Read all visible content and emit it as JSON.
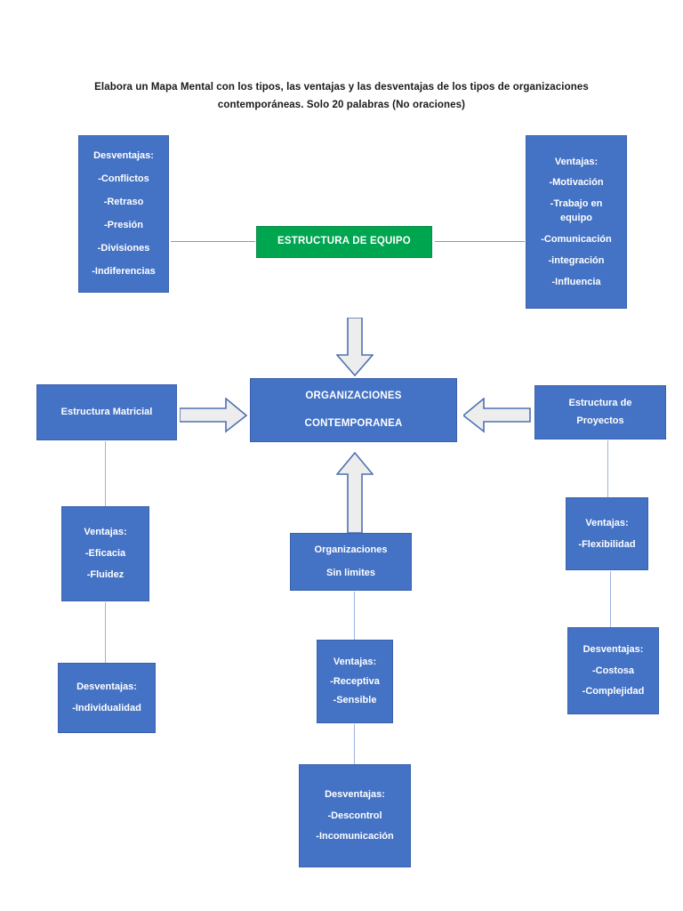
{
  "title": {
    "line1": "Elabora un Mapa Mental con los tipos, las ventajas y las desventajas de los tipos de",
    "line2": "organizaciones contemporáneas. Solo 20 palabras (No oraciones)"
  },
  "colors": {
    "node_blue": "#4472C4",
    "node_green": "#00A550",
    "node_text": "#FFFFFF",
    "arrow_fill": "#EDEDED",
    "arrow_stroke": "#4E71B0",
    "connector": "#9DB4DA",
    "title_text": "#1A1A1A",
    "page_background": "#FFFFFF"
  },
  "nodes": {
    "team": {
      "label": "ESTRUCTURA DE EQUIPO",
      "color": "#00A550"
    },
    "team_disadvantages": {
      "heading": "Desventajas:",
      "items": [
        "-Conflictos",
        "-Retraso",
        "-Presión",
        "-Divisiones",
        "-Indiferencias"
      ]
    },
    "team_advantages": {
      "heading": "Ventajas:",
      "items": [
        "-Motivación",
        "-Trabajo en",
        "equipo",
        "-Comunicación",
        "-integración",
        "-Influencia"
      ]
    },
    "center": {
      "line1": "ORGANIZACIONES",
      "line2": "CONTEMPORANEA"
    },
    "matrix": {
      "label": "Estructura Matricial"
    },
    "matrix_advantages": {
      "heading": "Ventajas:",
      "items": [
        "-Eficacia",
        "-Fluidez"
      ]
    },
    "matrix_disadvantages": {
      "heading": "Desventajas:",
      "items": [
        "-Individualidad"
      ]
    },
    "nolimits": {
      "line1": "Organizaciones",
      "line2": "Sin limites"
    },
    "nolimits_advantages": {
      "heading": "Ventajas:",
      "items": [
        "-Receptiva",
        "-Sensible"
      ]
    },
    "nolimits_disadvantages": {
      "heading": "Desventajas:",
      "items": [
        "-Descontrol",
        "-Incomunicación"
      ]
    },
    "projects": {
      "line1": "Estructura de",
      "line2": "Proyectos"
    },
    "projects_advantages": {
      "heading": "Ventajas:",
      "items": [
        "-Flexibilidad"
      ]
    },
    "projects_disadvantages": {
      "heading": "Desventajas:",
      "items": [
        "-Costosa",
        "-Complejidad"
      ]
    }
  },
  "arrows": {
    "team_to_center": "down-block-arrow",
    "matrix_to_center": "right-block-arrow",
    "projects_to_center": "left-block-arrow",
    "nolimits_to_center": "up-block-arrow"
  }
}
